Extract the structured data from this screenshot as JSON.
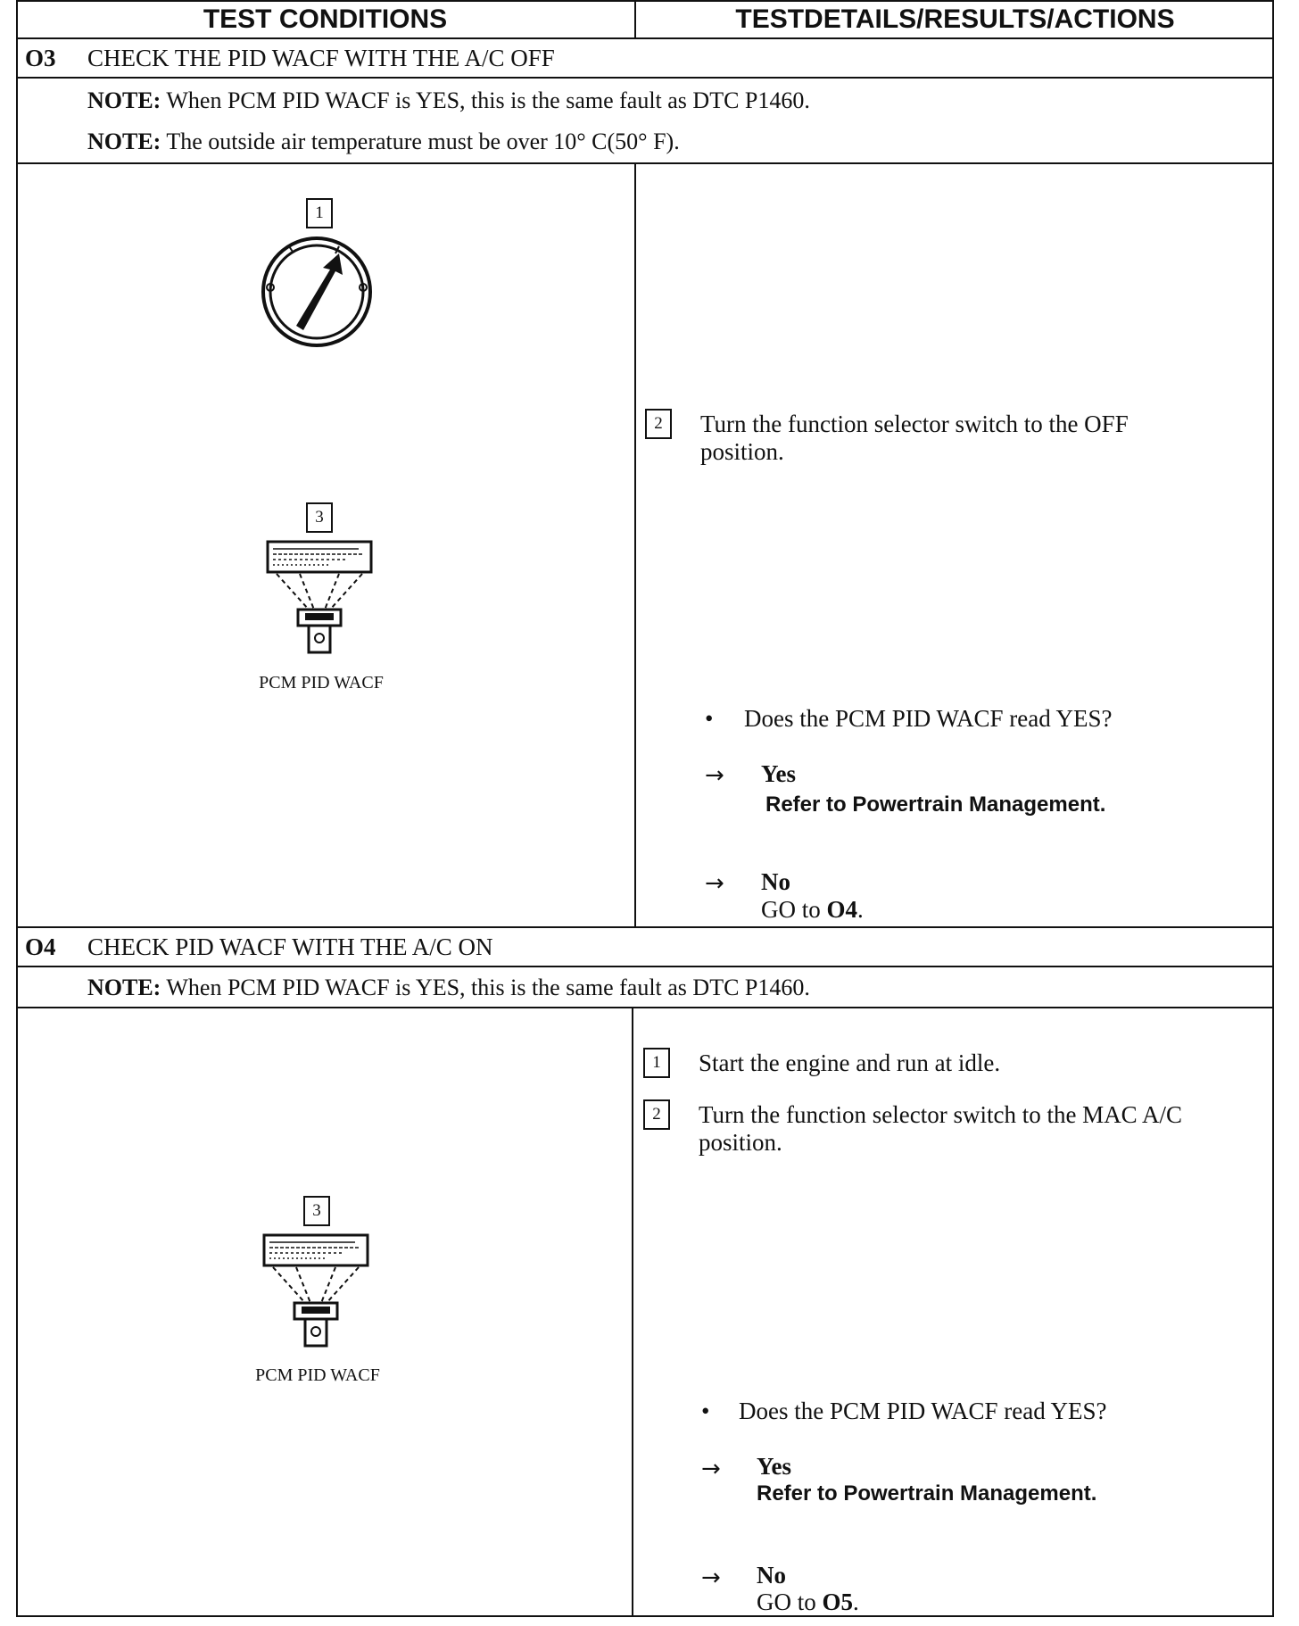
{
  "headers": {
    "left": "TEST CONDITIONS",
    "right": "TESTDETAILS/RESULTS/ACTIONS"
  },
  "steps": [
    {
      "id": "O3",
      "title": "CHECK THE PID WACF WITH THE A/C OFF",
      "notes": [
        {
          "label": "NOTE:",
          "text": "When PCM PID WACF is YES, this is the same fault as DTC P1460."
        },
        {
          "label": "NOTE:",
          "text": "The outside air temperature must be over 10° C(50° F)."
        }
      ],
      "illustrations": [
        {
          "callout": "1",
          "icon": "ignition-key-icon"
        },
        {
          "callout": "3",
          "icon": "scan-tool-icon",
          "caption": "PCM PID WACF"
        }
      ],
      "instructions": [
        {
          "num": "2",
          "lines": [
            "Turn the function selector switch to the OFF",
            "position."
          ]
        }
      ],
      "question": "Does the PCM PID WACF read YES?",
      "bullet": "•",
      "arrow": "→",
      "answers": [
        {
          "label": "Yes",
          "action": "Refer to Powertrain Management."
        },
        {
          "label": "No",
          "action_prefix": "GO to ",
          "action_target": "O4",
          "action_suffix": "."
        }
      ]
    },
    {
      "id": "O4",
      "title": "CHECK PID WACF WITH THE A/C ON",
      "notes": [
        {
          "label": "NOTE:",
          "text": "When PCM PID WACF is YES, this is the same fault as DTC P1460."
        }
      ],
      "illustrations": [
        {
          "callout": "3",
          "icon": "scan-tool-icon",
          "caption": "PCM PID WACF"
        }
      ],
      "instructions": [
        {
          "num": "1",
          "lines": [
            "Start the engine and run at idle."
          ]
        },
        {
          "num": "2",
          "lines": [
            "Turn the function selector switch to the MAC A/C",
            "position."
          ]
        }
      ],
      "question": "Does the PCM PID WACF read YES?",
      "bullet": "•",
      "arrow": "→",
      "answers": [
        {
          "label": "Yes",
          "action": "Refer to Powertrain Management."
        },
        {
          "label": "No",
          "action_prefix": "GO to ",
          "action_target": "O5",
          "action_suffix": "."
        }
      ]
    }
  ]
}
